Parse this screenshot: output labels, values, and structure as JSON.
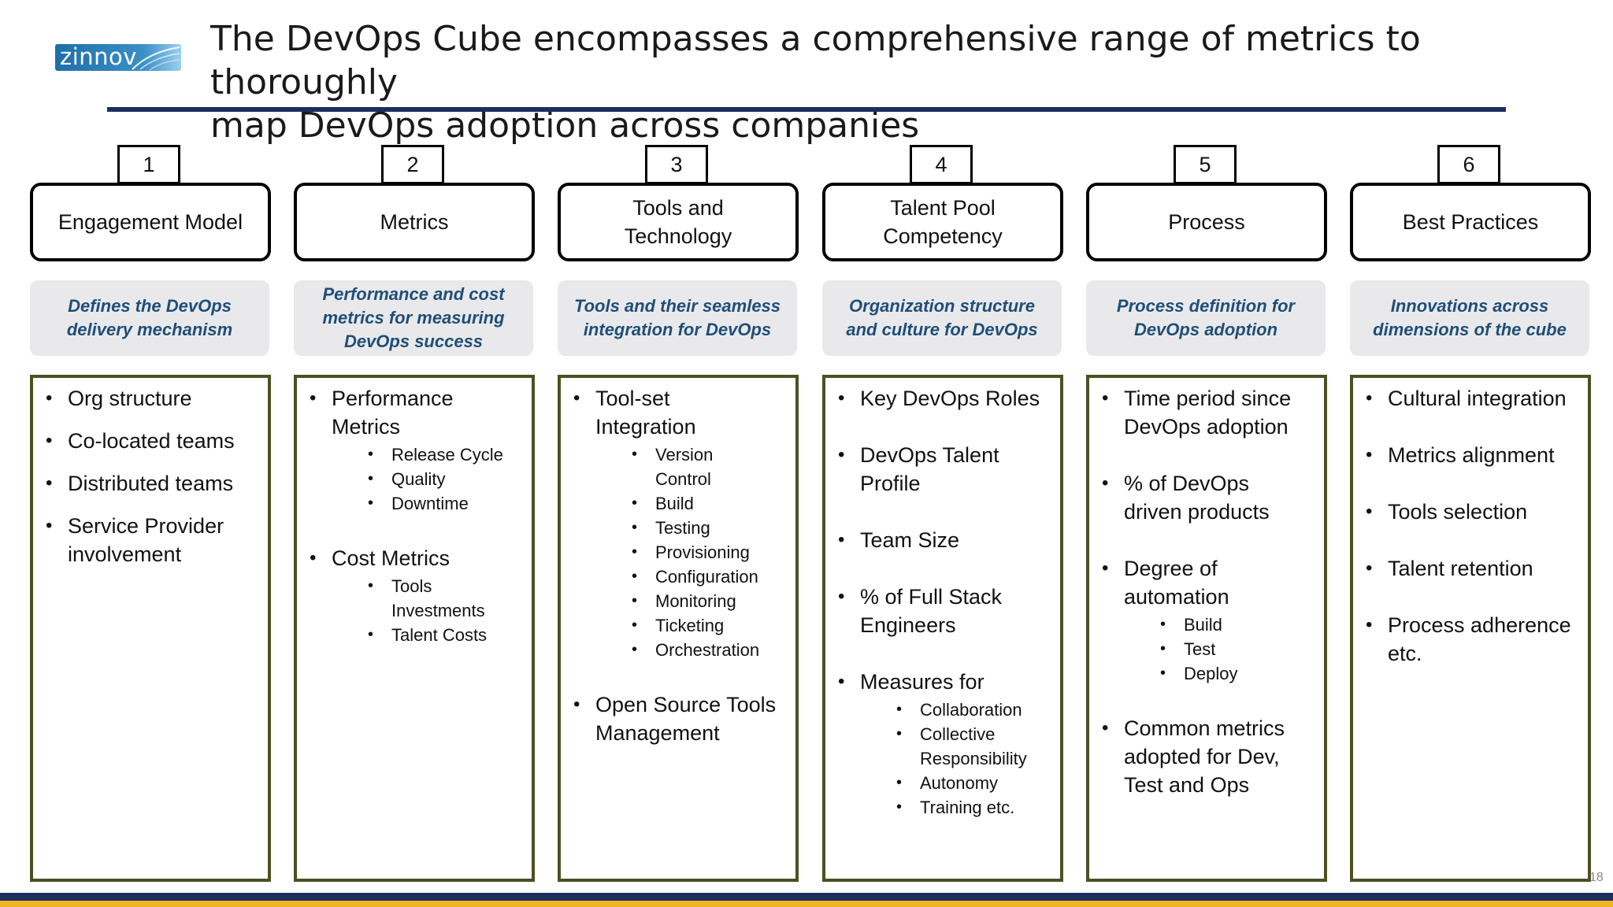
{
  "header": {
    "logo_text": "zinnov",
    "title_line1": "The DevOps Cube encompasses a comprehensive range of metrics to thoroughly",
    "title_line2": "map DevOps adoption across companies"
  },
  "columns": [
    {
      "number": "1",
      "heading_lines": [
        "Engagement Model"
      ],
      "description_lines": [
        "Defines the DevOps",
        "delivery mechanism"
      ],
      "items": [
        {
          "lines": [
            "Org structure"
          ],
          "sub": []
        },
        {
          "lines": [
            "Co-located teams"
          ],
          "sub": []
        },
        {
          "lines": [
            "Distributed teams"
          ],
          "sub": []
        },
        {
          "lines": [
            "Service Provider",
            "involvement"
          ],
          "sub": []
        }
      ]
    },
    {
      "number": "2",
      "heading_lines": [
        "Metrics"
      ],
      "description_lines": [
        "Performance and cost",
        "metrics for measuring",
        "DevOps success"
      ],
      "items": [
        {
          "lines": [
            "Performance",
            "Metrics"
          ],
          "sub": [
            [
              "Release Cycle"
            ],
            [
              "Quality"
            ],
            [
              "Downtime"
            ]
          ]
        },
        {
          "lines": [
            "Cost Metrics"
          ],
          "sub": [
            [
              "Tools",
              "Investments"
            ],
            [
              "Talent Costs"
            ]
          ]
        }
      ]
    },
    {
      "number": "3",
      "heading_lines": [
        "Tools and",
        "Technology"
      ],
      "description_lines": [
        "Tools and their seamless",
        "integration for DevOps"
      ],
      "items": [
        {
          "lines": [
            "Tool-set",
            "Integration"
          ],
          "sub": [
            [
              "Version",
              "Control"
            ],
            [
              "Build"
            ],
            [
              "Testing"
            ],
            [
              "Provisioning"
            ],
            [
              "Configuration"
            ],
            [
              "Monitoring"
            ],
            [
              "Ticketing"
            ],
            [
              "Orchestration"
            ]
          ]
        },
        {
          "lines": [
            "Open Source Tools",
            "Management"
          ],
          "sub": []
        }
      ]
    },
    {
      "number": "4",
      "heading_lines": [
        "Talent Pool",
        "Competency"
      ],
      "description_lines": [
        "Organization structure",
        "and culture for DevOps"
      ],
      "items": [
        {
          "lines": [
            "Key DevOps Roles"
          ],
          "sub": []
        },
        {
          "lines": [
            "DevOps Talent",
            "Profile"
          ],
          "sub": []
        },
        {
          "lines": [
            "Team Size"
          ],
          "sub": []
        },
        {
          "lines": [
            "% of Full Stack",
            "Engineers"
          ],
          "sub": []
        },
        {
          "lines": [
            "Measures for"
          ],
          "sub": [
            [
              "Collaboration"
            ],
            [
              "Collective",
              "Responsibility"
            ],
            [
              "Autonomy"
            ],
            [
              "Training etc."
            ]
          ]
        }
      ]
    },
    {
      "number": "5",
      "heading_lines": [
        "Process"
      ],
      "description_lines": [
        "Process definition for",
        "DevOps adoption"
      ],
      "items": [
        {
          "lines": [
            "Time period since",
            "DevOps adoption"
          ],
          "sub": []
        },
        {
          "lines": [
            "% of DevOps",
            "driven products"
          ],
          "sub": []
        },
        {
          "lines": [
            "Degree of",
            "automation"
          ],
          "sub": [
            [
              "Build"
            ],
            [
              "Test"
            ],
            [
              "Deploy"
            ]
          ]
        },
        {
          "lines": [
            "Common metrics",
            "adopted for Dev,",
            "Test and Ops"
          ],
          "sub": []
        }
      ]
    },
    {
      "number": "6",
      "heading_lines": [
        "Best Practices"
      ],
      "description_lines": [
        "Innovations across",
        "dimensions of the cube"
      ],
      "items": [
        {
          "lines": [
            "Cultural integration"
          ],
          "sub": []
        },
        {
          "lines": [
            "Metrics alignment"
          ],
          "sub": []
        },
        {
          "lines": [
            "Tools selection"
          ],
          "sub": []
        },
        {
          "lines": [
            "Talent retention"
          ],
          "sub": []
        },
        {
          "lines": [
            "Process adherence",
            "etc."
          ],
          "sub": []
        }
      ]
    }
  ],
  "footer": {
    "page_number": "18"
  },
  "colors": {
    "navy": "#1b2f5e",
    "gold": "#f0b323",
    "desc_text": "#1f4e79",
    "desc_bg": "#e9e9eb",
    "list_border": "#4d5022"
  }
}
